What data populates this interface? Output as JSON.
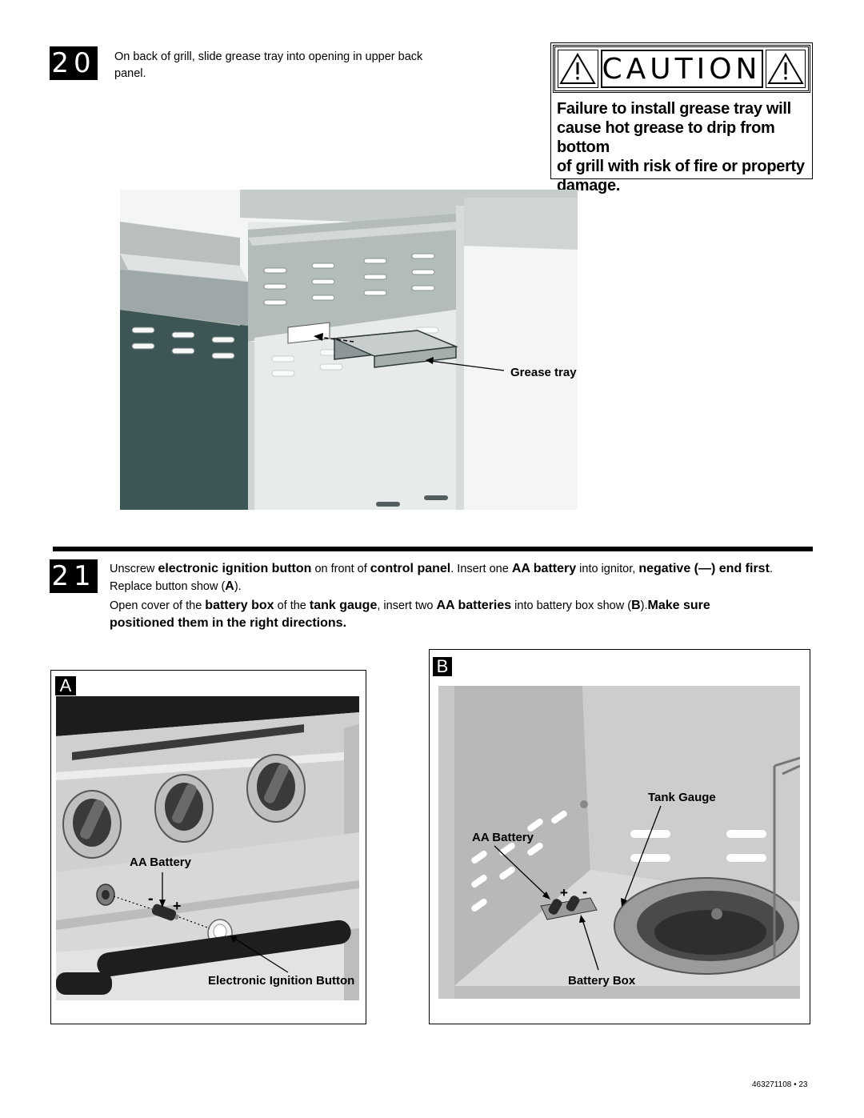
{
  "step20": {
    "number": "20",
    "text_line1": "On back of grill, slide grease tray into opening in upper back",
    "text_line2": "panel.",
    "figure_label": "Grease tray"
  },
  "caution": {
    "title": "CAUTION",
    "icon": "warning-triangle-icon",
    "lines": [
      "Failure to install grease tray will",
      "cause hot grease to drip from bottom",
      "of grill with risk of fire or property",
      "damage."
    ]
  },
  "step21": {
    "number": "21",
    "p1": {
      "s1": "Unscrew ",
      "b1": "electronic ignition button",
      "s2": " on front of ",
      "b2": "control panel",
      "s3": ". Insert one ",
      "b3": "AA battery",
      "s4": " into ignitor, ",
      "b4": "negative (—) end first",
      "s5": ".",
      "line2a": "Replace button show (",
      "line2b": "A",
      "line2c": ")."
    },
    "p2": {
      "s1": "Open cover of the ",
      "b1": "battery box",
      "s2": " of the ",
      "b2": "tank gauge",
      "s3": ", insert two ",
      "b3": "AA batteries",
      "s4": " into battery box show (",
      "b4": "B",
      "s5": ").",
      "b5": "Make sure",
      "line2": "positioned them in the right directions."
    }
  },
  "figureA": {
    "letter": "A",
    "label_battery": "AA Battery",
    "label_button": "Electronic Ignition Button",
    "minus": "-",
    "plus": "+"
  },
  "figureB": {
    "letter": "B",
    "label_gauge": "Tank Gauge",
    "label_battery": "AA Battery",
    "label_box": "Battery Box",
    "plus": "+",
    "minus": "-"
  },
  "footer": {
    "text": "463271108 • 23"
  }
}
